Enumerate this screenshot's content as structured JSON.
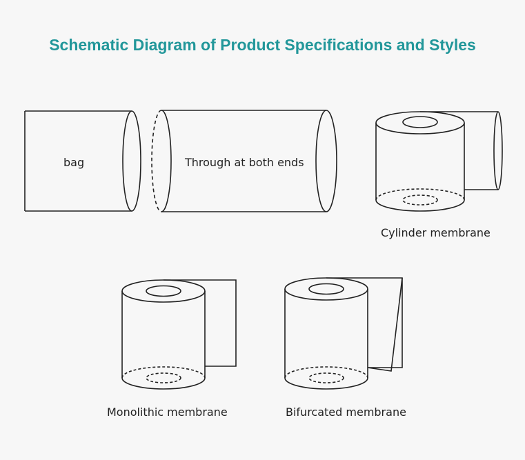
{
  "title": "Schematic Diagram of Product Specifications and Styles",
  "labels": {
    "bag": "bag",
    "through": "Through at both ends",
    "cylinder": "Cylinder membrane",
    "monolithic": "Monolithic membrane",
    "bifurcated": "Bifurcated membrane"
  },
  "colors": {
    "title": "#22979a",
    "stroke": "#222222",
    "background": "#f7f7f7"
  }
}
